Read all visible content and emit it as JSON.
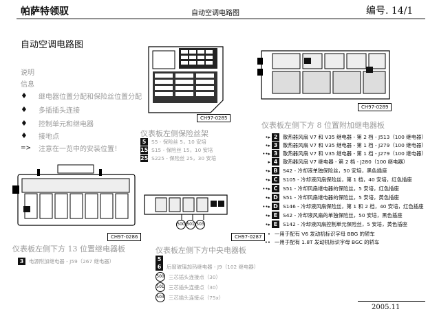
{
  "header": {
    "left_title": "帕萨特领驭",
    "center_title": "自动空调电路图",
    "right_label": "编号. 14/1"
  },
  "doc_title": "自动空调电路图",
  "sidebar_intro": {
    "note": "说明",
    "info": "信息",
    "items": [
      {
        "symbol": "♦",
        "text": "继电器位置分配和保险丝位置分配"
      },
      {
        "symbol": "♦",
        "text": "多插插头连接"
      },
      {
        "symbol": "♦",
        "text": "控制单元和继电器"
      },
      {
        "symbol": "♦",
        "text": "接地点"
      },
      {
        "symbol": "=>",
        "text": "注意在一览中的安装位置！"
      }
    ]
  },
  "diagram_refs": {
    "top_center": "CH97-0285",
    "top_right": "CH97-0289",
    "bottom_left": "CH97-0286",
    "bottom_center": "CH97-0287"
  },
  "fuse_box": {
    "caption": "仪表板左侧保险丝架",
    "rows": [
      {
        "badge": "5",
        "text": "S5 - 保险丝 5，10 安培"
      },
      {
        "badge": "15",
        "text": "S15 - 保险丝 15，10 安培"
      },
      {
        "badge": "25",
        "text": "S225 - 保险丝 25，30 安培"
      }
    ]
  },
  "relay_panel_8": {
    "caption": "仪表板左侧下方 8 位置附加继电器板",
    "rows": [
      {
        "mark": "•▸",
        "badge": "2",
        "text": "散热器风扇 V7 和 V35 继电器 - 第 2 档 - J513（100 继电器）"
      },
      {
        "mark": "•▸",
        "badge": "3",
        "text": "散热器风扇 V7 和 V35 继电器 - 第 1 档 - J279（100 继电器）"
      },
      {
        "mark": "••▸",
        "badge": "3",
        "text": "散热器风扇 V7 和 V35 继电器 - 第 1 档 - J279（100 继电器）"
      },
      {
        "mark": "▸",
        "badge": "4",
        "text": "散热器风扇 V7 继电器 - 第 2 档 - J280（100 继电器）"
      },
      {
        "mark": "•▸",
        "badge": "B",
        "text": "S42 - 冷却液单独保险丝，50 安培，黑色插座"
      },
      {
        "mark": "•▸",
        "badge": "C",
        "text": "S105 - 冷却液风扇保险丝，第 1 档，40 安培，红色插座"
      },
      {
        "mark": "••▸",
        "badge": "C",
        "text": "S51 - 冷却风扇继电器的保险丝，5 安培，红色插座"
      },
      {
        "mark": "•▸",
        "badge": "D",
        "text": "S51 - 冷却风扇继电器的保险丝，5 安培，黄色插座"
      },
      {
        "mark": "••▸",
        "badge": "D",
        "text": "S146 - 冷却液风扇保险丝，第 1 和 2 档，40 安培，红色插座"
      },
      {
        "mark": "•▸",
        "badge": "E",
        "text": "S42 - 冷却液风扇的单独保险丝，50 安培，黑色插座"
      },
      {
        "mark": "•▸",
        "badge": "E",
        "text": "S142 - 冷却液风扇控制单元保险丝，5 安培，黄色插座"
      }
    ],
    "notes": [
      {
        "mark": "•",
        "text": "一用于配有 V6 发动机标识字母 BBG 的轿车"
      },
      {
        "mark": "••",
        "text": "一用于配有 1.8T 发动机标识字母 BGC 的轿车"
      }
    ]
  },
  "relay_panel_13": {
    "caption": "仪表板左侧下方 13 位置继电器板",
    "rows": [
      {
        "badge": "3",
        "text": "电源附加继电器 - J59（267 继电器）"
      }
    ]
  },
  "central_panel": {
    "caption": "仪表板左侧下方中央电器板",
    "rows": [
      {
        "badge": "5",
        "text": ""
      },
      {
        "badge": "6",
        "text": "后窗玻璃加热继电器 - J9（102 继电器）"
      }
    ],
    "connectors": [
      {
        "id": "500",
        "text": "三芯插头连接点（30）"
      },
      {
        "id": "501",
        "text": "三芯插头连接点（30）"
      },
      {
        "id": "503",
        "text": "三芯插头连接点（75x）"
      }
    ]
  },
  "footer": {
    "date": "2005.11"
  }
}
